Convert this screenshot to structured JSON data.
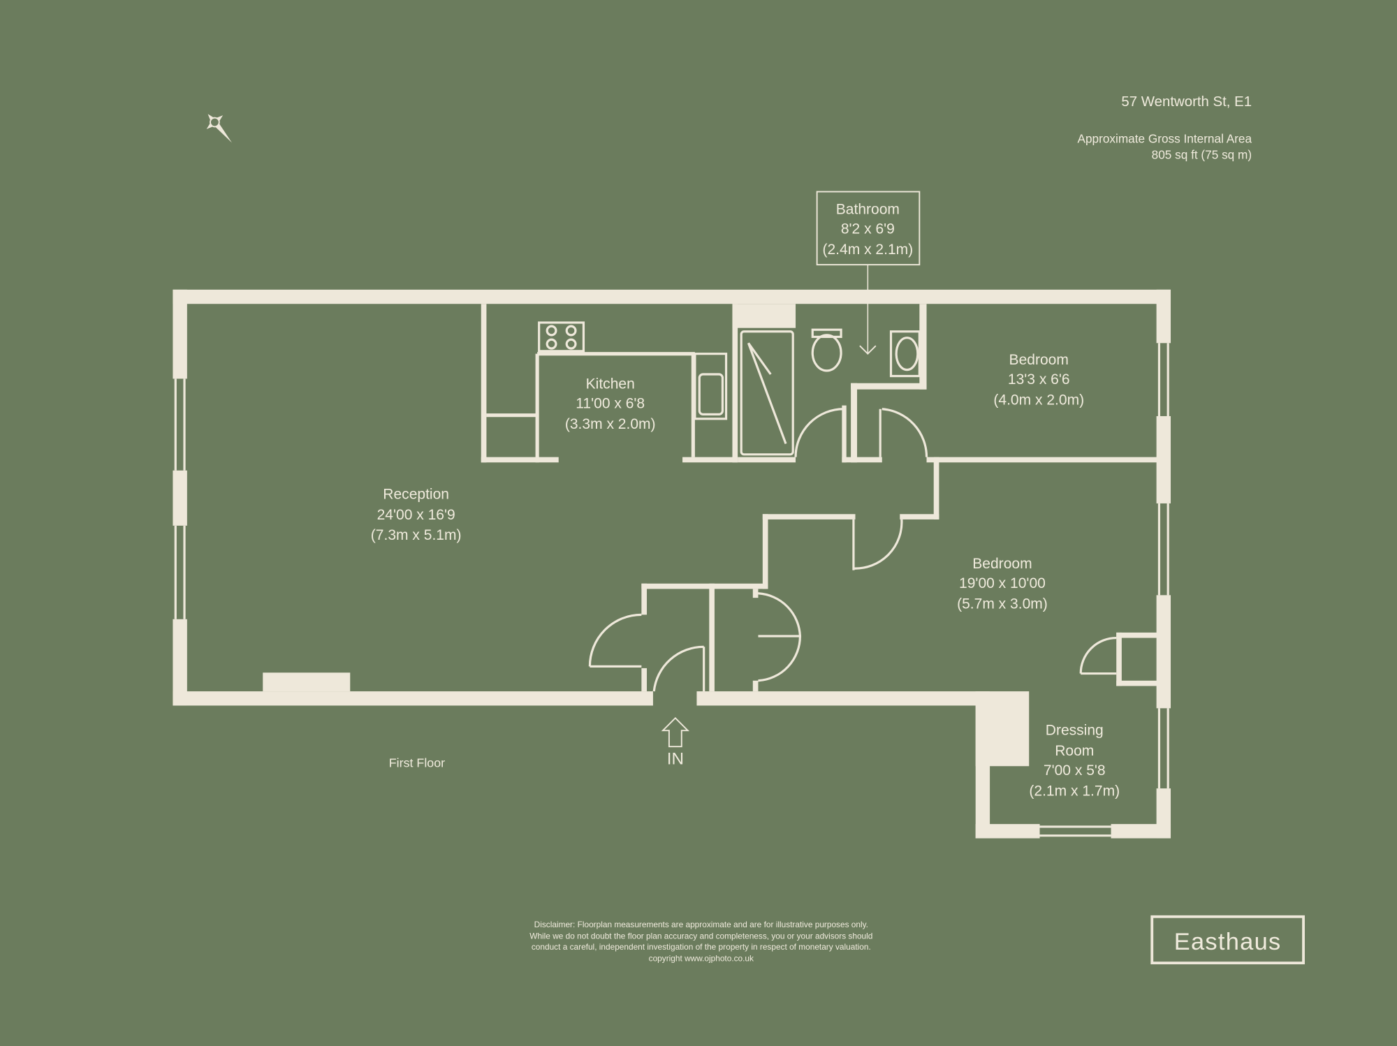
{
  "header": {
    "address": "57 Wentworth St, E1",
    "area_label": "Approximate Gross Internal Area",
    "area_value": "805 sq ft (75 sq m)"
  },
  "colors": {
    "background": "#6b7c5d",
    "walls": "#eee8da"
  },
  "compass": {
    "icon": "compass-star-icon"
  },
  "rooms": {
    "bathroom": {
      "name": "Bathroom",
      "imperial": "8'2 x 6'9",
      "metric": "(2.4m x 2.1m)"
    },
    "kitchen": {
      "name": "Kitchen",
      "imperial": "11'00 x 6'8",
      "metric": "(3.3m x 2.0m)"
    },
    "bedroom1": {
      "name": "Bedroom",
      "imperial": "13'3 x 6'6",
      "metric": "(4.0m x 2.0m)"
    },
    "reception": {
      "name": "Reception",
      "imperial": "24'00 x 16'9",
      "metric": "(7.3m x 5.1m)"
    },
    "bedroom2": {
      "name": "Bedroom",
      "imperial": "19'00 x 10'00",
      "metric": "(5.7m x 3.0m)"
    },
    "dressing": {
      "name1": "Dressing",
      "name2": "Room",
      "imperial": "7'00 x 5'8",
      "metric": "(2.1m x 1.7m)"
    }
  },
  "entrance_label": "IN",
  "floor_label": "First Floor",
  "disclaimer": [
    "Disclaimer: Floorplan measurements are approximate and are for illustrative purposes only.",
    "While we do not doubt the floor plan accuracy and completeness, you or your advisors should",
    "conduct a careful, independent investigation of the property in respect of monetary valuation.",
    "copyright www.ojphoto.co.uk"
  ],
  "brand": "Easthaus"
}
